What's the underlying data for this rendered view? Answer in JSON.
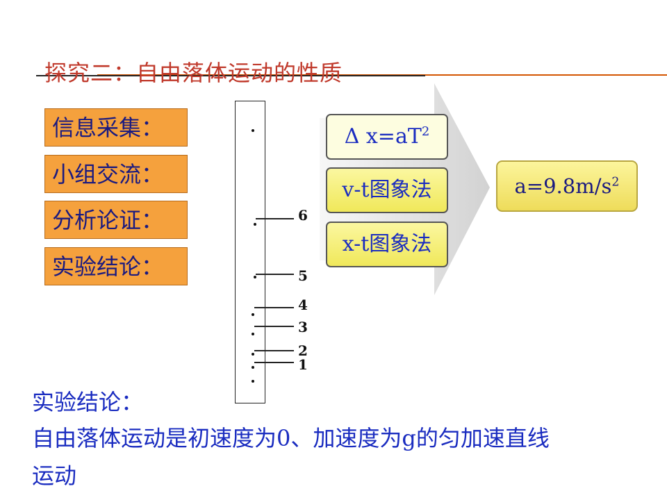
{
  "title": "探究二：自由落体运动的性质",
  "steps": [
    "信息采集：",
    "小组交流：",
    "分析论证：",
    "实验结论："
  ],
  "tape": {
    "labels": [
      "6",
      "5",
      "4",
      "3",
      "2",
      "1"
    ]
  },
  "methods": {
    "m1_base": "Δ x=aT",
    "m1_sup": "2",
    "m2": "v-t图象法",
    "m3": "x-t图象法"
  },
  "result": {
    "base": "a=9.8m/s",
    "sup": "2"
  },
  "conclusion": {
    "heading": "实验结论：",
    "line1": "自由落体运动是初速度为0、加速度为g的匀加速直线",
    "line2": "运动"
  }
}
